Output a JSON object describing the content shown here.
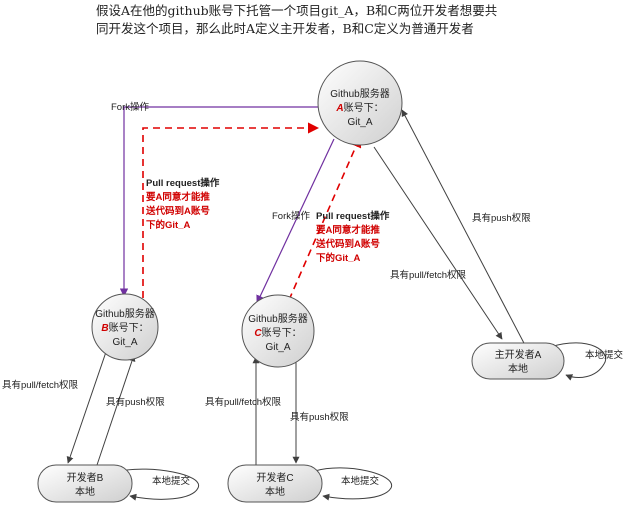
{
  "caption": {
    "line1": "假设A在他的github账号下托管一个项目git_A，B和C两位开发者想要共",
    "line2": "同开发这个项目，那么此时A定义主开发者，B和C定义为普通开发者"
  },
  "nodes": {
    "server_a": {
      "line1": "Github服务器",
      "owner": "A",
      "owner_suffix": "账号下：",
      "line3": "Git_A"
    },
    "server_b": {
      "line1": "Github服务器",
      "owner": "B",
      "owner_suffix": "账号下：",
      "line3": "Git_A"
    },
    "server_c": {
      "line1": "Github服务器",
      "owner": "C",
      "owner_suffix": "账号下：",
      "line3": "Git_A"
    },
    "main_dev": {
      "line1": "主开发者A",
      "line2": "本地"
    },
    "dev_b": {
      "line1": "开发者B",
      "line2": "本地"
    },
    "dev_c": {
      "line1": "开发者C",
      "line2": "本地"
    }
  },
  "labels": {
    "fork_b": "Fork操作",
    "fork_c": "Fork操作",
    "pr_b": {
      "title": "Pull request操作",
      "body": [
        "要A同意才能推",
        "送代码到A账号",
        "下的Git_A"
      ]
    },
    "pr_c": {
      "title": "Pull request操作",
      "body": [
        "要A同意才能推",
        "送代码到A账号",
        "下的Git_A"
      ]
    },
    "push_a": "具有push权限",
    "pull_a": "具有pull/fetch权限",
    "pull_b": "具有pull/fetch权限",
    "push_b": "具有push权限",
    "pull_c": "具有pull/fetch权限",
    "push_c": "具有push权限",
    "commit_a": "本地提交",
    "commit_b": "本地提交",
    "commit_c": "本地提交"
  },
  "colors": {
    "fork_arrow": "#7030a0",
    "pull_request_arrow": "#e00000",
    "normal_arrow": "#404040",
    "highlight_text": "#d00000"
  }
}
